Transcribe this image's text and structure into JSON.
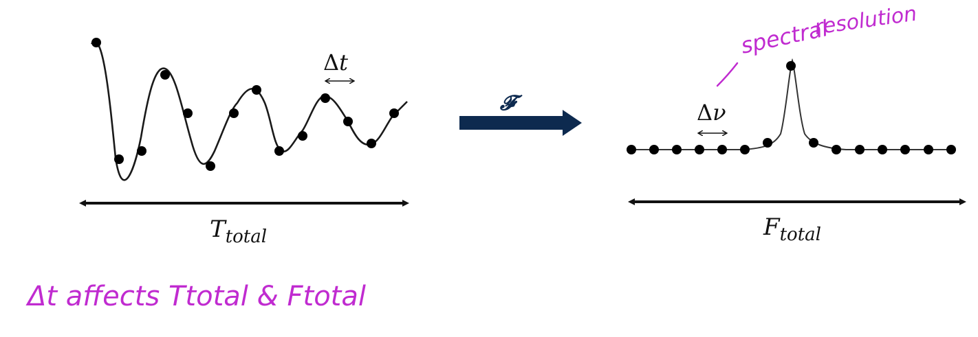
{
  "left": {
    "dt_label_symbol": "Δ",
    "dt_label_var": "t",
    "total_label_base": "T",
    "total_label_sub": "total"
  },
  "transform": {
    "symbol": "𝓕",
    "arrow_color": "#0d2a4f"
  },
  "right": {
    "dv_label_symbol": "Δ",
    "dv_label_var": "ν",
    "total_label_base": "F",
    "total_label_sub": "total"
  },
  "annotations": {
    "spectral_line1": "spectral",
    "spectral_line2": "resolution",
    "bottom_note": "Δt affects Ttotal & Ftotal",
    "color": "#c02bd0"
  }
}
